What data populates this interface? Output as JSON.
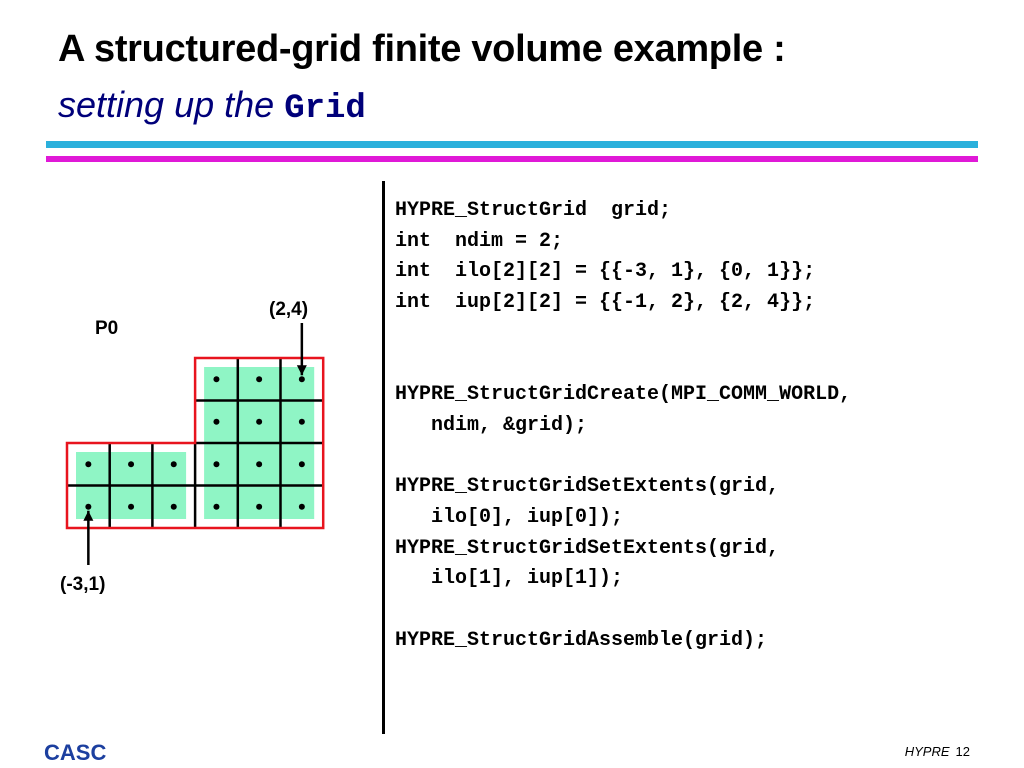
{
  "title": {
    "line1": "A structured-grid finite volume example :",
    "line2_text": "setting up the",
    "line2_code": "Grid"
  },
  "diagram": {
    "processor_label": "P0",
    "upper_corner_label": "(2,4)",
    "lower_corner_label": "(-3,1)",
    "box1": {
      "ilo": [
        -3,
        1
      ],
      "iup": [
        -1,
        2
      ]
    },
    "box2": {
      "ilo": [
        0,
        1
      ],
      "iup": [
        2,
        4
      ]
    },
    "colors": {
      "boundary": "#e8141e",
      "cell_fill": "#8ff5c5",
      "line": "#000000"
    }
  },
  "code": {
    "lines": [
      "HYPRE_StructGrid  grid;",
      "int  ndim = 2;",
      "int  ilo[2][2] = {{-3, 1}, {0, 1}};",
      "int  iup[2][2] = {{-1, 2}, {2, 4}};",
      "",
      "",
      "HYPRE_StructGridCreate(MPI_COMM_WORLD,",
      "   ndim, &grid);",
      "",
      "HYPRE_StructGridSetExtents(grid,",
      "   ilo[0], iup[0]);",
      "HYPRE_StructGridSetExtents(grid,",
      "   ilo[1], iup[1]);",
      "",
      "HYPRE_StructGridAssemble(grid);"
    ]
  },
  "footer": {
    "org": "CASC",
    "product": "HYPRE",
    "page": "12"
  }
}
